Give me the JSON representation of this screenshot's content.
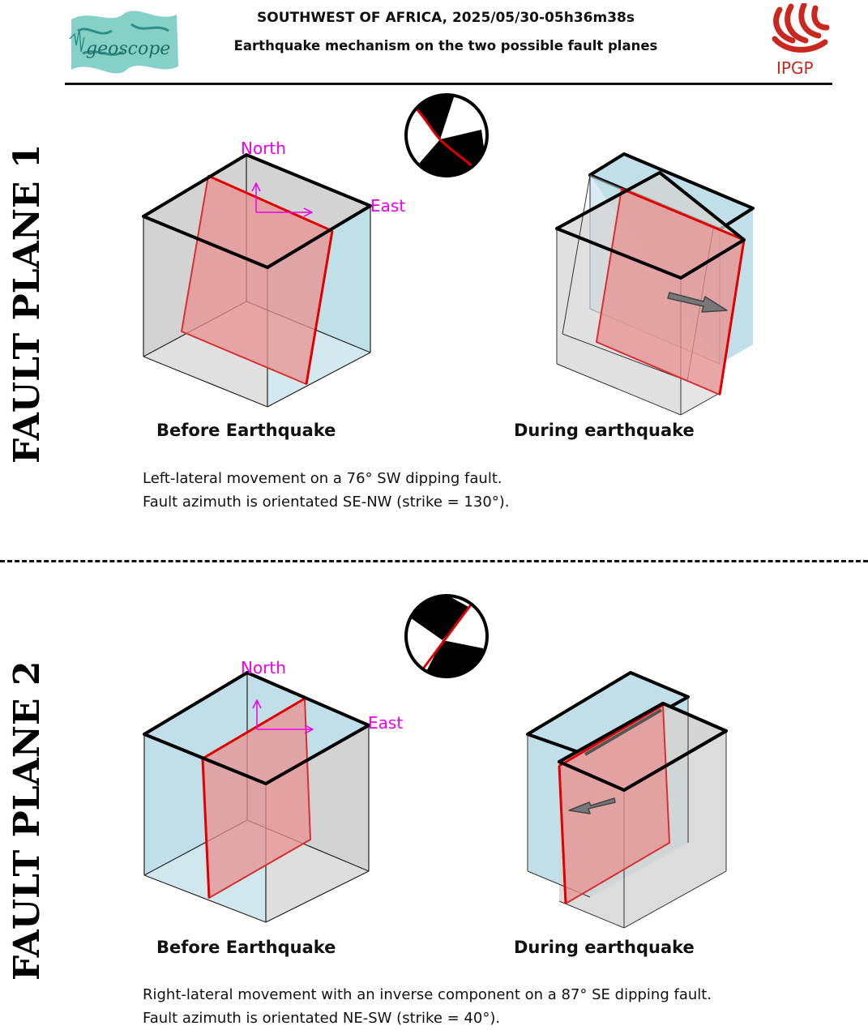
{
  "header": {
    "title": "SOUTHWEST OF AFRICA, 2025/05/30-05h36m38s",
    "subtitle": "Earthquake mechanism on the two possible fault planes",
    "logo_left": "geoscope",
    "logo_right": "IPGP"
  },
  "plane1": {
    "side_label": "FAULT PLANE 1",
    "north_label": "North",
    "east_label": "East",
    "before_caption": "Before Earthquake",
    "during_caption": "During earthquake",
    "desc_line1": "Left-lateral movement on a 76° SW dipping fault.",
    "desc_line2": "Fault azimuth is orientated SE-NW (strike = 130°)."
  },
  "plane2": {
    "side_label": "FAULT PLANE 2",
    "north_label": "North",
    "east_label": "East",
    "before_caption": "Before Earthquake",
    "during_caption": "During earthquake",
    "desc_line1": "Right-lateral movement with an inverse component on a 87° SE dipping fault.",
    "desc_line2": "Fault azimuth is orientated NE-SW (strike = 40°)."
  },
  "colors": {
    "block_blue": "#c0dfe8",
    "block_gray": "#d3d3d3",
    "fault_red": "#e89090",
    "axis_magenta": "#ee00ee",
    "ipgp_red": "#c8281e"
  }
}
